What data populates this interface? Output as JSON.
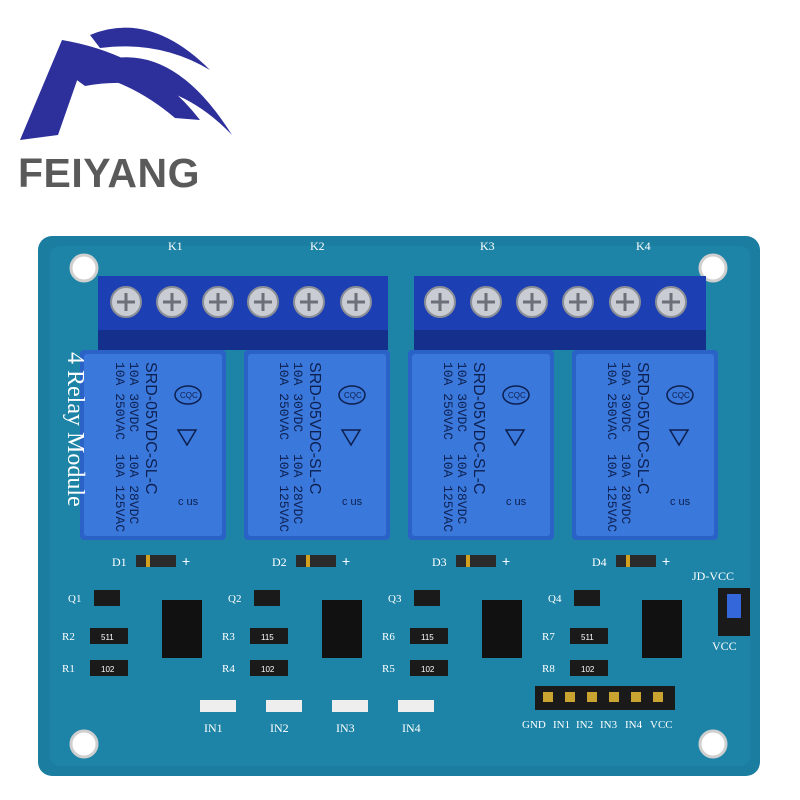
{
  "brand": {
    "name": "FEIYANG",
    "logo_color": "#2d2f9a",
    "text_color": "#5a5a5a"
  },
  "board": {
    "color": "#1b7ea0",
    "title": "4 Relay Module",
    "relay_labels": [
      "K1",
      "K2",
      "K3",
      "K4"
    ],
    "relay_text": {
      "line1": "10A 250VAC",
      "line2": "10A 30VDC",
      "line3": "SRD-05VDC-SL-C",
      "line4": "10A 125VAC",
      "line5": "10A 28VDC",
      "logo": "CQC",
      "cert": "c us"
    },
    "diodes": [
      "D1",
      "D2",
      "D3",
      "D4"
    ],
    "transistors": [
      "Q1",
      "Q2",
      "Q3",
      "Q4"
    ],
    "resistors_top": [
      "R2",
      "R3",
      "R6",
      "R7"
    ],
    "resistors_bottom": [
      "R1",
      "R4",
      "R5",
      "R8"
    ],
    "resistor_codes_top": [
      "511",
      "115",
      "115",
      "511"
    ],
    "resistor_codes_bottom": [
      "102",
      "102",
      "102",
      "102"
    ],
    "leds": [
      "IN1",
      "IN2",
      "IN3",
      "IN4"
    ],
    "header_pins": [
      "GND",
      "IN1",
      "IN2",
      "IN3",
      "IN4",
      "VCC"
    ],
    "jumper_top": "JD-VCC",
    "jumper_bottom": "VCC",
    "plus": "+"
  }
}
